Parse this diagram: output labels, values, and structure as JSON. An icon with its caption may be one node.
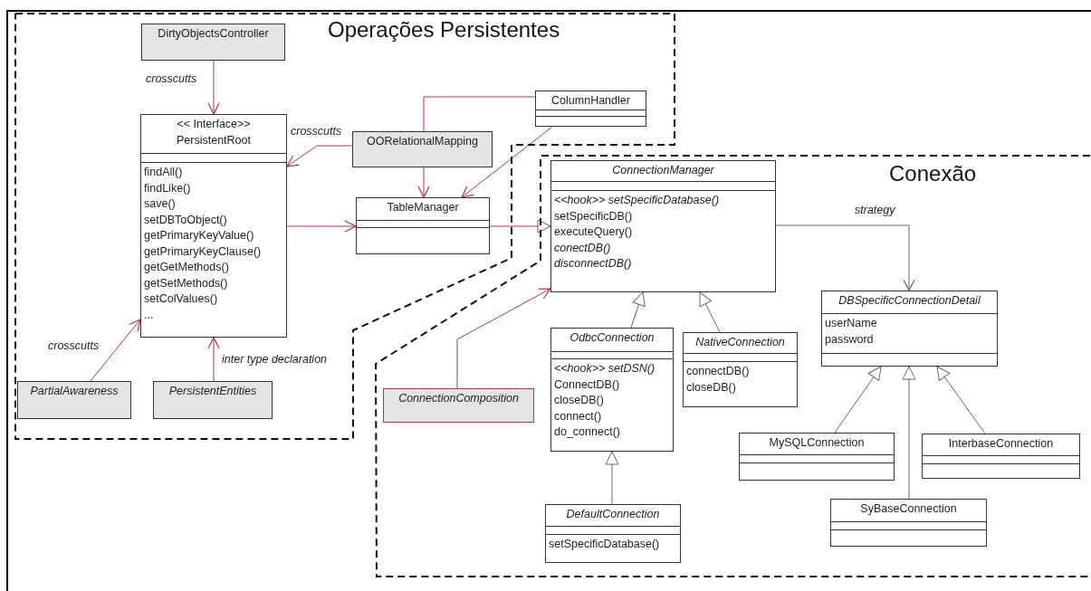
{
  "diagram": {
    "nodes": [
      {
        "text": [
          "Operações Persistentes"
        ]
      },
      {
        "text": [
          "DirtyObjectsController"
        ],
        "in": 0
      },
      {
        "text": [
          "<< Interface>>",
          "PersistentRoot",
          "findAll()",
          "findLike()",
          "save()",
          "setDBToObject()",
          "getPrimaryKeyValue()",
          "getPrimaryKeyClause()",
          "getGetMethods()",
          "getSetMethods()",
          "setColValues()",
          "..."
        ],
        "in": 0
      },
      {
        "text": [
          "ColumnHandler"
        ],
        "in": 0
      },
      {
        "text": [
          "OORelationalMapping"
        ],
        "in": 0
      },
      {
        "text": [
          "TableManager"
        ],
        "in": 0
      },
      {
        "text": [
          "PartialAwareness"
        ],
        "in": 0
      },
      {
        "text": [
          "PersistentEntities"
        ],
        "in": 0
      },
      {
        "text": [
          "Conexão"
        ]
      },
      {
        "text": [
          "ConnectionManager",
          "<<hook>> setSpecificDatabase()",
          "setSpecificDB()",
          "executeQuery()",
          "conectDB()",
          "disconnectDB()"
        ],
        "in": 8
      },
      {
        "text": [
          "DBSpecificConnectionDetail",
          "userName",
          "password"
        ],
        "in": 8
      },
      {
        "text": [
          "OdbcConnection",
          "<<hook>> setDSN()",
          "ConnectDB()",
          "closeDB()",
          "connect()",
          "do_connect()"
        ],
        "in": 8
      },
      {
        "text": [
          "NativeConnection",
          "connectDB()",
          "closeDB()"
        ],
        "in": 8
      },
      {
        "text": [
          "ConnectionComposition"
        ],
        "in": 8
      },
      {
        "text": [
          "MySQLConnection"
        ],
        "in": 8
      },
      {
        "text": [
          "InterbaseConnection"
        ],
        "in": 8
      },
      {
        "text": [
          "DefaultConnection",
          "setSpecificDatabase()"
        ],
        "in": 8
      },
      {
        "text": [
          "SyBaseConnection"
        ],
        "in": 8
      }
    ],
    "edges": [
      {
        "from": 1,
        "to": 2,
        "arrow": "to",
        "label": "crosscutts"
      },
      {
        "from": 4,
        "to": 2,
        "arrow": "to",
        "label": "crosscutts"
      },
      {
        "from": 6,
        "to": 2,
        "arrow": "to",
        "label": "crosscutts"
      },
      {
        "from": 7,
        "to": 2,
        "arrow": "to",
        "label": "inter type declaration"
      },
      {
        "from": 2,
        "to": 5,
        "arrow": "to"
      },
      {
        "from": 3,
        "to": 4,
        "arrow": "none"
      },
      {
        "from": 4,
        "to": 5,
        "arrow": "to"
      },
      {
        "from": 3,
        "to": 5,
        "arrow": "to"
      },
      {
        "from": 5,
        "to": 9,
        "arrow": "to"
      },
      {
        "from": 13,
        "to": 9,
        "arrow": "to"
      },
      {
        "from": 9,
        "to": 10,
        "arrow": "to",
        "label": "strategy",
        "color": "#666666"
      },
      {
        "from": 11,
        "to": 9,
        "arrow": "to",
        "color": "#666666"
      },
      {
        "from": 12,
        "to": 9,
        "arrow": "to",
        "color": "#666666"
      },
      {
        "from": 16,
        "to": 11,
        "arrow": "to",
        "color": "#666666"
      },
      {
        "from": 14,
        "to": 10,
        "arrow": "to",
        "color": "#666666"
      },
      {
        "from": 17,
        "to": 10,
        "arrow": "to",
        "color": "#666666"
      },
      {
        "from": 15,
        "to": 10,
        "arrow": "to",
        "color": "#666666"
      }
    ]
  }
}
